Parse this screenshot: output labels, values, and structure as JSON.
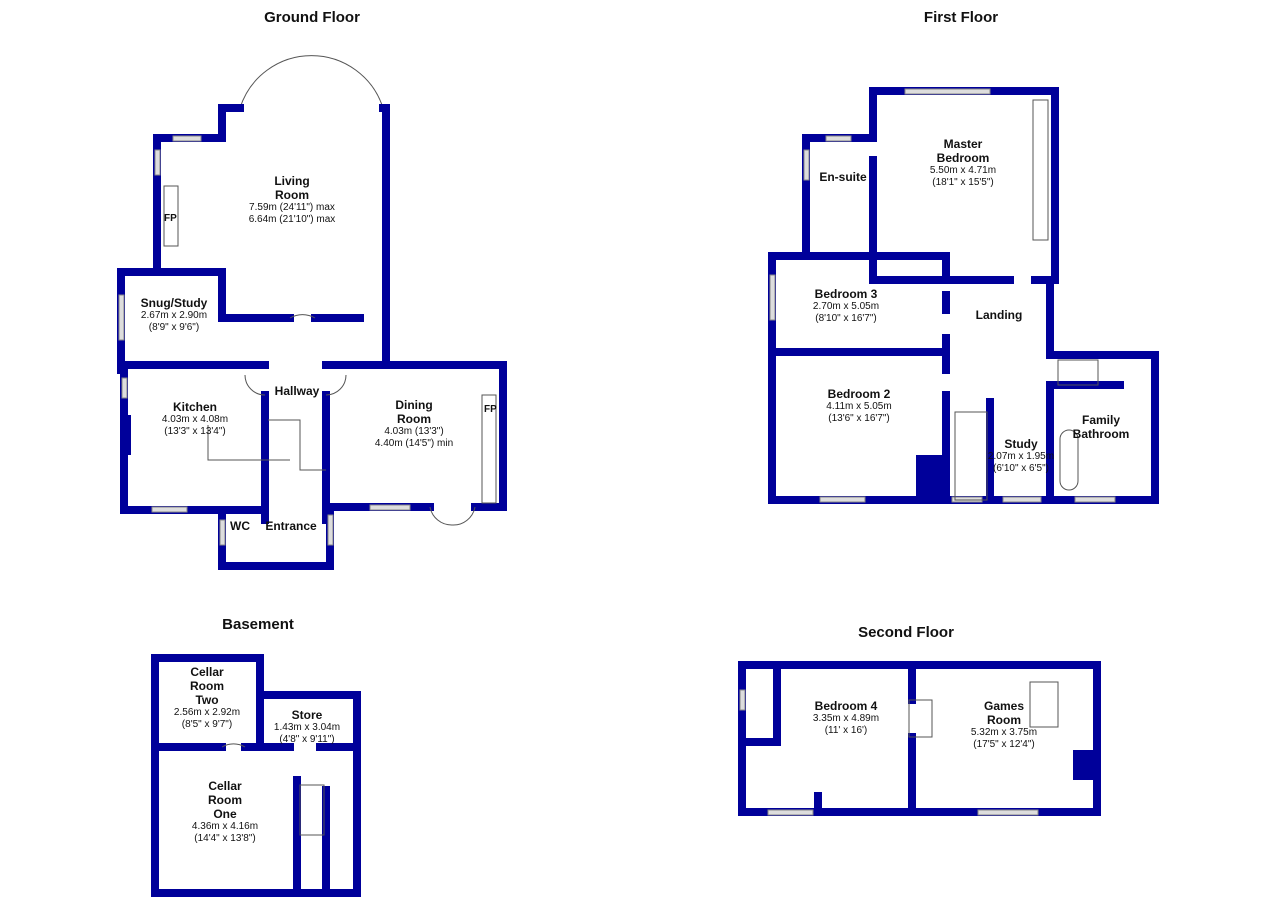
{
  "wall_color": "#00009a",
  "floors": {
    "ground": {
      "title": "Ground Floor",
      "rooms": [
        {
          "name": "Living\nRoom",
          "dims": "7.59m (24'11\") max\n6.64m (21'10\") max"
        },
        {
          "name": "Snug/Study",
          "dims": "2.67m x 2.90m\n(8'9\" x 9'6\")"
        },
        {
          "name": "Kitchen",
          "dims": "4.03m x 4.08m\n(13'3\" x 13'4\")"
        },
        {
          "name": "Hallway",
          "dims": ""
        },
        {
          "name": "Dining\nRoom",
          "dims": "4.03m (13'3\")\n4.40m (14'5\") min"
        },
        {
          "name": "WC",
          "dims": ""
        },
        {
          "name": "Entrance",
          "dims": ""
        }
      ],
      "fireplace_label": "FP"
    },
    "first": {
      "title": "First Floor",
      "rooms": [
        {
          "name": "Master\nBedroom",
          "dims": "5.50m x 4.71m\n(18'1\" x 15'5\")"
        },
        {
          "name": "En-suite",
          "dims": ""
        },
        {
          "name": "Bedroom 3",
          "dims": "2.70m x 5.05m\n(8'10\" x 16'7\")"
        },
        {
          "name": "Landing",
          "dims": ""
        },
        {
          "name": "Bedroom 2",
          "dims": "4.11m x 5.05m\n(13'6\" x 16'7\")"
        },
        {
          "name": "Study",
          "dims": "2.07m x 1.95m\n(6'10\" x 6'5\")"
        },
        {
          "name": "Family\nBathroom",
          "dims": ""
        }
      ]
    },
    "basement": {
      "title": "Basement",
      "rooms": [
        {
          "name": "Cellar\nRoom\nTwo",
          "dims": "2.56m x 2.92m\n(8'5\" x 9'7\")"
        },
        {
          "name": "Store",
          "dims": "1.43m x 3.04m\n(4'8\" x 9'11\")"
        },
        {
          "name": "Cellar\nRoom\nOne",
          "dims": "4.36m x 4.16m\n(14'4\" x 13'8\")"
        }
      ]
    },
    "second": {
      "title": "Second Floor",
      "rooms": [
        {
          "name": "Bedroom 4",
          "dims": "3.35m x 4.89m\n(11' x 16')"
        },
        {
          "name": "Games\nRoom",
          "dims": "5.32m x 3.75m\n(17'5\" x 12'4\")"
        }
      ]
    }
  }
}
